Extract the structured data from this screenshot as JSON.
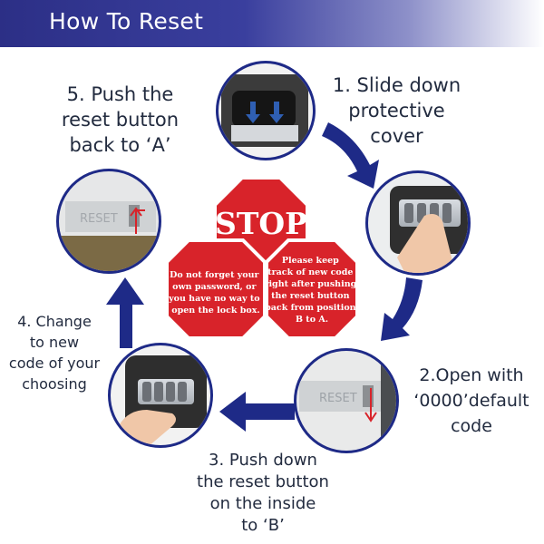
{
  "header": {
    "title": "How To Reset"
  },
  "steps": [
    {
      "lines": [
        "1. Slide down",
        "protective",
        "cover"
      ]
    },
    {
      "lines": [
        "2.Open with",
        "‘0000’default",
        "code"
      ]
    },
    {
      "lines": [
        "3. Push down",
        "the reset button",
        "on the inside",
        "to ‘B’"
      ]
    },
    {
      "lines": [
        "4. Change",
        "to new",
        "code of your",
        "choosing"
      ]
    },
    {
      "lines": [
        "5. Push the",
        "reset button",
        "back to ‘A’"
      ]
    }
  ],
  "signs": {
    "stop": "STOP",
    "left": [
      "Do not forget your",
      "own password, or",
      "you have no way to",
      "open the lock box."
    ],
    "right": [
      "Please keep",
      "track of new code",
      "right after pushing",
      "the reset button",
      "back from position",
      "B to A."
    ]
  },
  "photo_labels": {
    "reset": "RESET"
  },
  "colors": {
    "arrow": "#1e2a87",
    "banner": "#2c2f86",
    "stop_red": "#d8232a",
    "sign_border": "#ffffff"
  }
}
